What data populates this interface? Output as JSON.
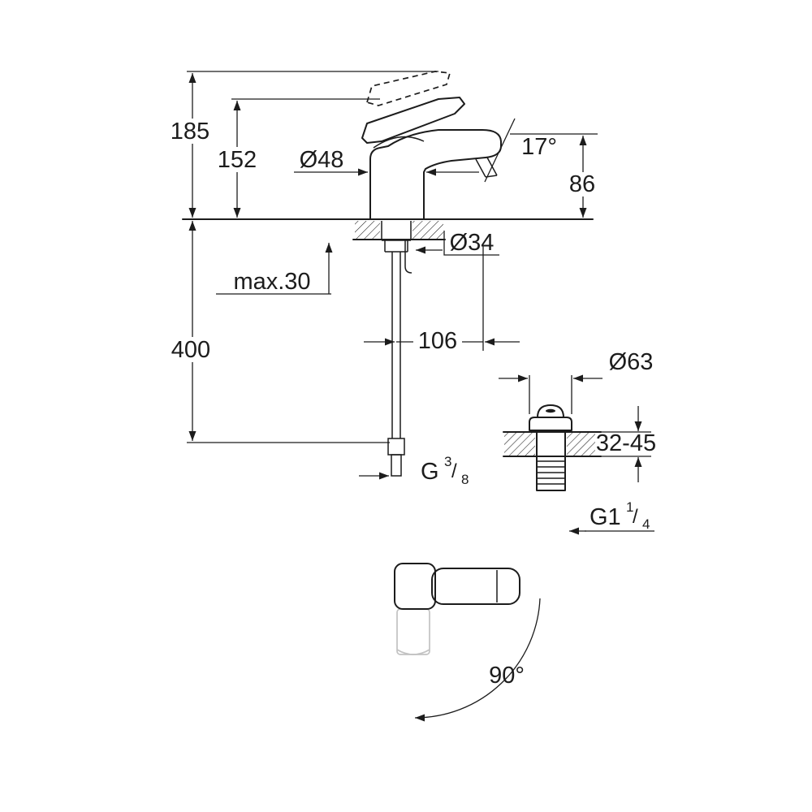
{
  "drawing": {
    "labels": {
      "height_total": "185",
      "height_to_spout": "152",
      "body_diameter": "Ø48",
      "spout_angle": "17°",
      "spout_height": "86",
      "hole_diameter": "Ø34",
      "max_deck_thickness": "max.30",
      "hose_length": "400",
      "spout_projection": "106",
      "waste_flange_diameter": "Ø63",
      "clamping_range": "32-45",
      "handle_swivel_angle": "90°",
      "hose_thread": {
        "base": "G",
        "numerator": "3",
        "slash": "/",
        "denominator": "8"
      },
      "waste_thread": {
        "base": "G1",
        "numerator": "1",
        "slash": "/",
        "denominator": "4"
      }
    },
    "colors": {
      "line": "#1c1c1c",
      "ghost": "#c2c2c2",
      "background": "#ffffff"
    }
  }
}
